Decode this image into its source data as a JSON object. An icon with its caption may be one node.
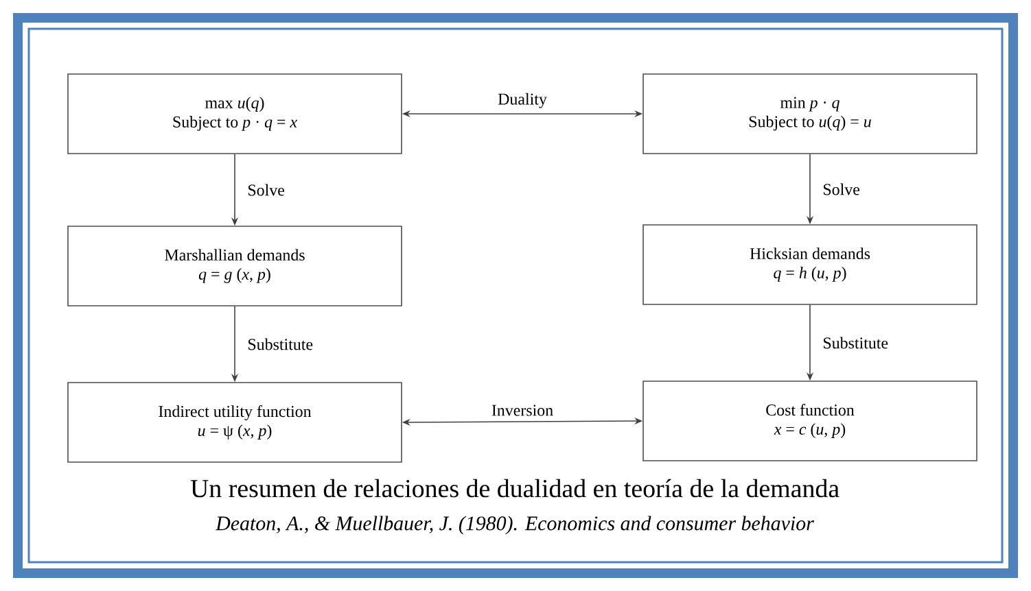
{
  "diagram": {
    "caption": "Un resumen de relaciones de dualidad en teoría de la demanda",
    "nodes": [
      {
        "text": [
          "max *u*(*q*)",
          "Subject to *p* · *q* = *x*"
        ]
      },
      {
        "text": [
          "min *p* · *q*",
          "Subject to *u*(*q*) = *u*"
        ]
      },
      {
        "text": [
          "Marshallian demands",
          "*q* = *g* (*x*, *p*)"
        ]
      },
      {
        "text": [
          "Hicksian demands",
          "*q* = *h* (*u*, *p*)"
        ]
      },
      {
        "text": [
          "Indirect utility function",
          "*u* = ψ (*x*, *p*)"
        ]
      },
      {
        "text": [
          "Cost function",
          "*x* = *c* (*u*, *p*)"
        ]
      }
    ],
    "edges": [
      {
        "from": 0,
        "to": 1,
        "arrow": "both",
        "label": "Duality"
      },
      {
        "from": 0,
        "to": 2,
        "arrow": "to",
        "label": "Solve"
      },
      {
        "from": 1,
        "to": 3,
        "arrow": "to",
        "label": "Solve"
      },
      {
        "from": 2,
        "to": 4,
        "arrow": "to",
        "label": "Substitute"
      },
      {
        "from": 3,
        "to": 5,
        "arrow": "to",
        "label": "Substitute"
      },
      {
        "from": 4,
        "to": 5,
        "arrow": "both",
        "label": "Inversion"
      }
    ],
    "labels": [
      "Deaton, A., & Muellbauer, J. (1980). Economics and consumer behavior"
    ]
  }
}
